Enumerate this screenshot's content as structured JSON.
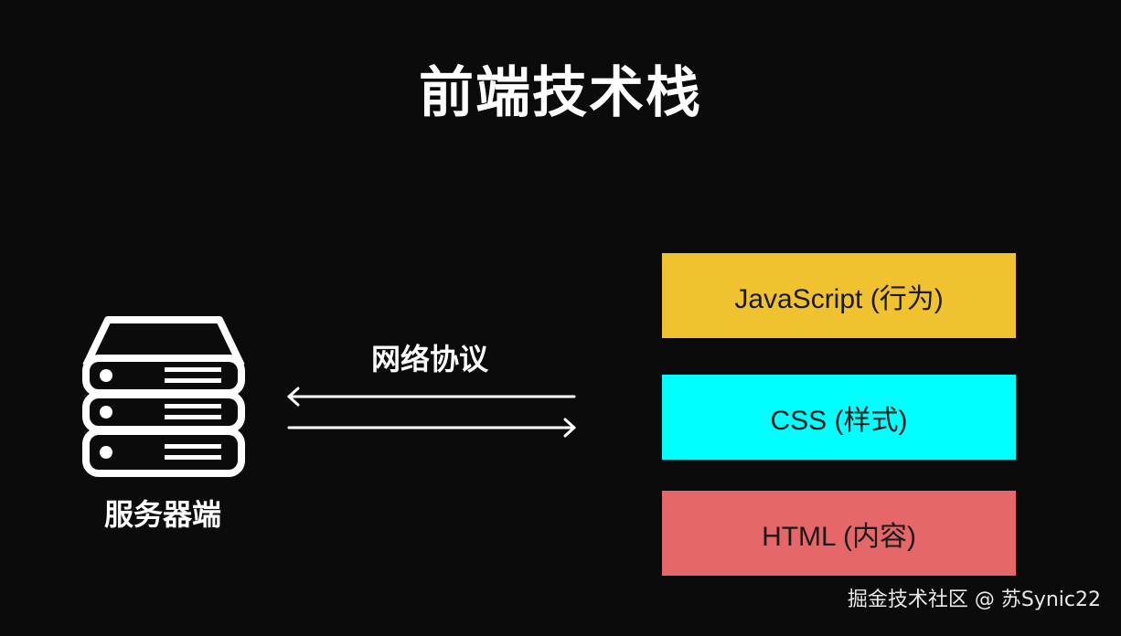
{
  "title": "前端技术栈",
  "server": {
    "label": "服务器端",
    "icon": "server-stack-icon"
  },
  "protocol": {
    "label": "网络协议",
    "icons": [
      "arrow-left-icon",
      "arrow-right-icon"
    ]
  },
  "layers": [
    {
      "label": "JavaScript (行为)",
      "color": "#f0c230"
    },
    {
      "label": "CSS (样式)",
      "color": "#00ffff"
    },
    {
      "label": "HTML (内容)",
      "color": "#e5676a"
    }
  ],
  "watermark": "掘金技术社区 @ 苏Synic22"
}
